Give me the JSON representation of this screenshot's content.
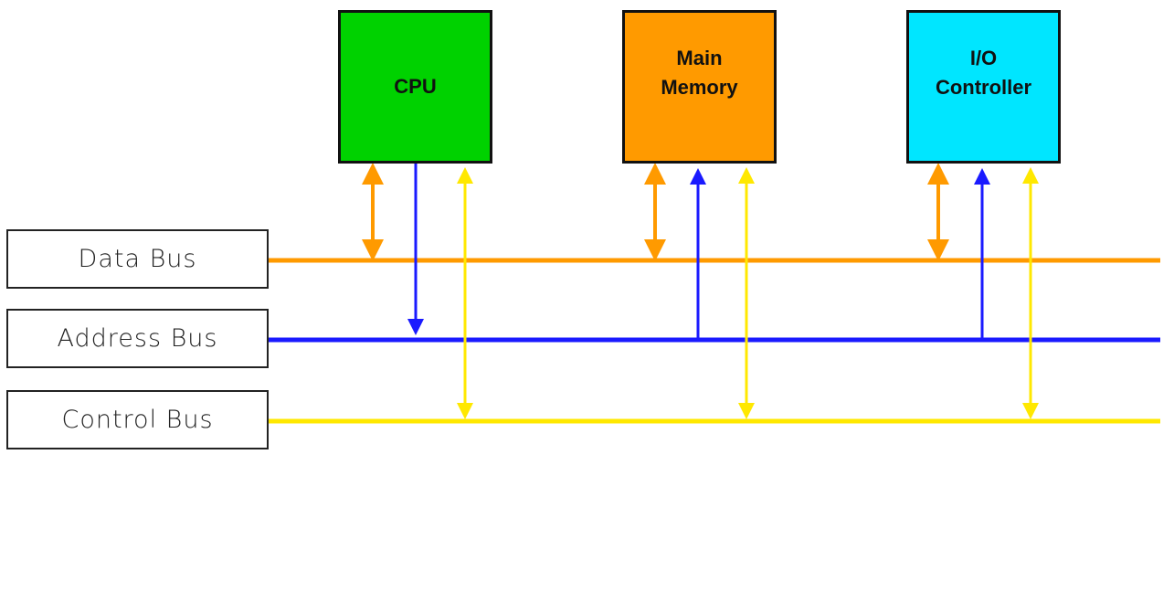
{
  "components": [
    {
      "label": "CPU",
      "color": "#00d200"
    },
    {
      "label": "Main\nMemory",
      "color": "#ff9a00"
    },
    {
      "label": "I/O\nController",
      "color": "#00e6ff"
    }
  ],
  "buses": [
    {
      "label": "Data Bus",
      "color": "#ff9a00"
    },
    {
      "label": "Address Bus",
      "color": "#1a1aff"
    },
    {
      "label": "Control Bus",
      "color": "#ffe800"
    }
  ]
}
